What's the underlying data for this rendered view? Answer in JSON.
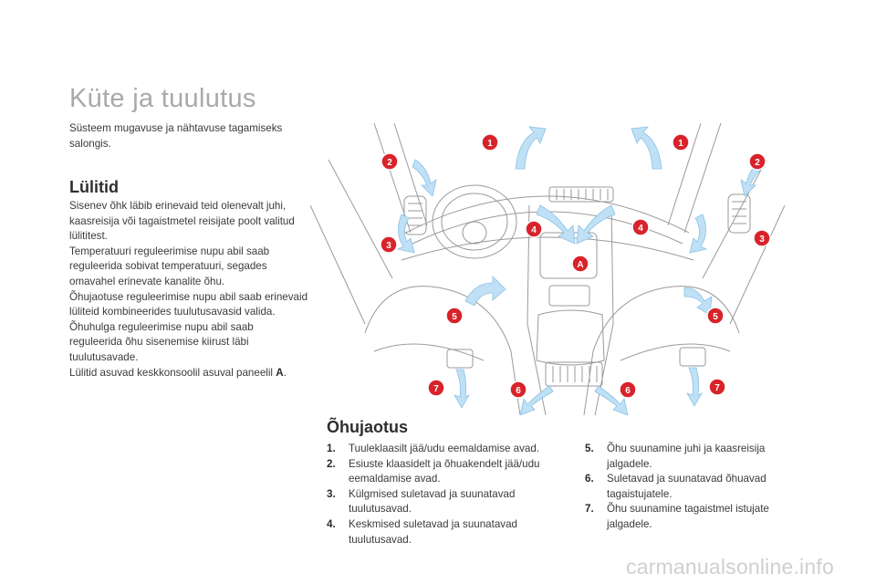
{
  "page": {
    "title": "Küte ja tuulutus",
    "intro": "Süsteem mugavuse ja nähtavuse tagamiseks salongis."
  },
  "switches": {
    "title": "Lülitid",
    "paragraphs": [
      "Sisenev õhk läbib erinevaid teid olenevalt juhi, kaasreisija või tagaistmetel reisijate poolt valitud lülititest.",
      "Temperatuuri reguleerimise nupu abil saab reguleerida sobivat temperatuuri, segades omavahel erinevate kanalite õhu.",
      "Õhujaotuse reguleerimise nupu abil saab erinevaid lüliteid kombineerides tuulutusavasid valida.",
      "Õhuhulga reguleerimise nupu abil saab reguleerida õhu sisenemise kiirust läbi tuulutusavade."
    ],
    "final_prefix": "Lülitid asuvad keskkonsoolil asuval paneelil ",
    "final_bold": "A",
    "final_suffix": "."
  },
  "distribution": {
    "title": "Õhujaotus",
    "items": [
      {
        "num": "1.",
        "text": "Tuuleklaasilt jää/udu eemaldamise avad."
      },
      {
        "num": "2.",
        "text": "Esiuste klaasidelt ja õhuakendelt jää/udu eemaldamise avad."
      },
      {
        "num": "3.",
        "text": "Külgmised suletavad ja suunatavad tuulutusavad."
      },
      {
        "num": "4.",
        "text": "Keskmised suletavad ja suunatavad tuulutusavad."
      },
      {
        "num": "5.",
        "text": "Õhu suunamine juhi ja kaasreisija jalgadele."
      },
      {
        "num": "6.",
        "text": "Suletavad ja suunatavad õhuavad tagaistujatele."
      },
      {
        "num": "7.",
        "text": "Õhu suunamine tagaistmel istujate jalgadele."
      }
    ]
  },
  "illustration": {
    "badges": [
      "1",
      "1",
      "2",
      "2",
      "3",
      "3",
      "4",
      "4",
      "5",
      "5",
      "6",
      "6",
      "7",
      "7",
      "A"
    ],
    "badge_color": "#d8232a",
    "arrow_color": "#bfe0f5"
  },
  "watermark": "carmanualsonline.info"
}
